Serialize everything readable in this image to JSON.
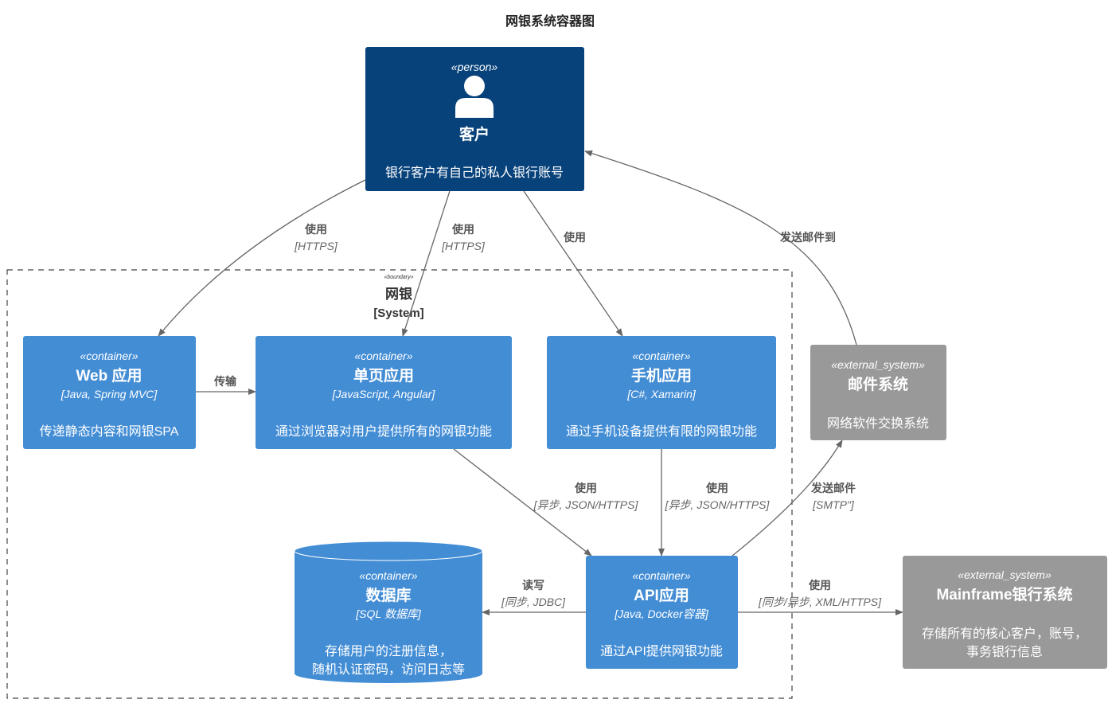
{
  "title": "网银系统容器图",
  "colors": {
    "person": "#08427B",
    "container": "#438DD5",
    "external": "#999999",
    "arrow": "#666666"
  },
  "boundary": {
    "stereotype": "«boundary»",
    "name": "网银",
    "tag": "[System]"
  },
  "person": {
    "stereotype": "«person»",
    "name": "客户",
    "description": "银行客户有自己的私人银行账号",
    "icon": "person-icon"
  },
  "containers": {
    "web": {
      "stereotype": "«container»",
      "name": "Web 应用",
      "tech": "[Java, Spring MVC]",
      "description": "传递静态内容和网银SPA"
    },
    "spa": {
      "stereotype": "«container»",
      "name": "单页应用",
      "tech": "[JavaScript, Angular]",
      "description": "通过浏览器对用户提供所有的网银功能"
    },
    "mobile": {
      "stereotype": "«container»",
      "name": "手机应用",
      "tech": "[C#, Xamarin]",
      "description": "通过手机设备提供有限的网银功能"
    },
    "db": {
      "stereotype": "«container»",
      "name": "数据库",
      "tech": "[SQL 数据库]",
      "description_line1": "存储用户的注册信息，",
      "description_line2": "随机认证密码，访问日志等"
    },
    "api": {
      "stereotype": "«container»",
      "name": "API应用",
      "tech": "[Java, Docker容器]",
      "description": "通过API提供网银功能"
    }
  },
  "external": {
    "mail": {
      "stereotype": "«external_system»",
      "name": "邮件系统",
      "description": "网络软件交换系统"
    },
    "mainframe": {
      "stereotype": "«external_system»",
      "name": "Mainframe银行系统",
      "description_line1": "存储所有的核心客户，账号，",
      "description_line2": "事务银行信息"
    }
  },
  "relations": {
    "person_web": {
      "label": "使用",
      "tech": "[HTTPS]"
    },
    "person_spa": {
      "label": "使用",
      "tech": "[HTTPS]"
    },
    "person_mobile": {
      "label": "使用"
    },
    "mail_person": {
      "label": "发送邮件到"
    },
    "web_spa": {
      "label": "传输"
    },
    "spa_api": {
      "label": "使用",
      "tech": "[异步, JSON/HTTPS]"
    },
    "mobile_api": {
      "label": "使用",
      "tech": "[异步, JSON/HTTPS]"
    },
    "api_mail": {
      "label": "发送邮件",
      "tech": "[SMTP\"]"
    },
    "api_db": {
      "label": "读写",
      "tech": "[同步, JDBC]"
    },
    "api_mainframe": {
      "label": "使用",
      "tech": "[同步/异步, XML/HTTPS]"
    }
  }
}
